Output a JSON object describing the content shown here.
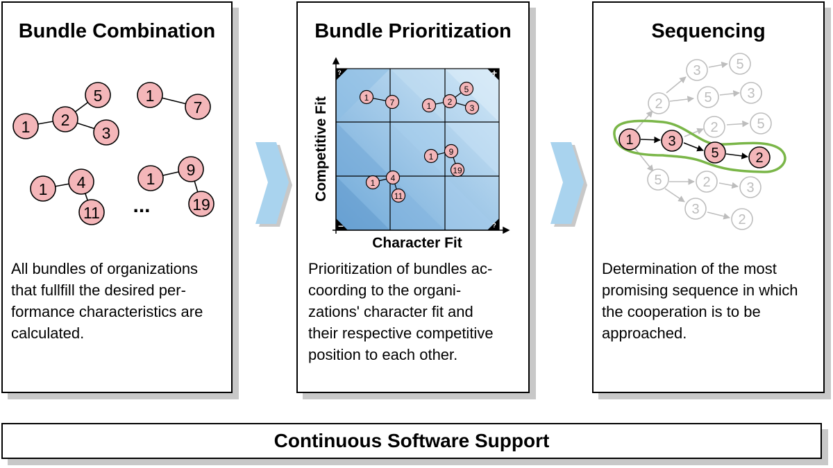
{
  "panels": [
    {
      "title": "Bundle Combination",
      "description": "All bundles of organizations\nthat fullfill the desired per-\nformance characteristics are\ncalculated.",
      "bundles": [
        [
          "1",
          "2",
          "5",
          "3"
        ],
        [
          "1",
          "7"
        ],
        [
          "1",
          "4",
          "11"
        ],
        [
          "1",
          "9",
          "19"
        ]
      ],
      "ellipsis": "..."
    },
    {
      "title": "Bundle Prioritization",
      "description": "Prioritization of bundles ac-\ncoording to the organi-\nzations' character fit and\ntheir respective competitive\nposition to each other.",
      "x_axis_label": "Character Fit",
      "y_axis_label": "Competitive Fit",
      "corner_labels": {
        "top_left": "?",
        "top_right": "+",
        "bottom_left": "–",
        "bottom_right": "?"
      },
      "bundles": [
        [
          "1",
          "7"
        ],
        [
          "1",
          "2",
          "5",
          "3"
        ],
        [
          "1",
          "9",
          "19"
        ],
        [
          "1",
          "4",
          "11"
        ]
      ]
    },
    {
      "title": "Sequencing",
      "description": "Determination of the most\npromising sequence in which\nthe cooperation is to be\napproached.",
      "highlighted_sequence": [
        "1",
        "3",
        "5",
        "2"
      ],
      "tree_nodes": [
        "3",
        "5",
        "2",
        "5",
        "3",
        "2",
        "5",
        "1",
        "3",
        "5",
        "2",
        "5",
        "2",
        "3",
        "3",
        "2"
      ]
    }
  ],
  "bottom_bar": {
    "label": "Continuous Software Support"
  },
  "colors": {
    "node_fill": "#f4b6b9",
    "node_stroke": "#000000",
    "highlight": "#7ab648",
    "faded": "#bdbdbd",
    "arrow": "#a9d3ee",
    "shadow": "#c8c8c8"
  }
}
